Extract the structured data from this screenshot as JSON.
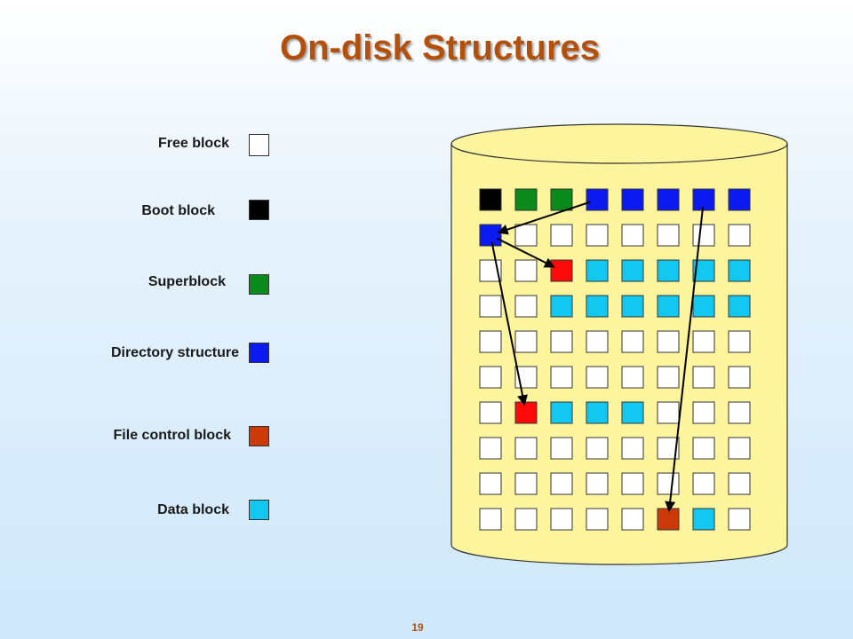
{
  "title": "On-disk Structures",
  "page_number": "19",
  "colors": {
    "free": "#ffffff",
    "boot": "#000000",
    "super": "#0a8a1a",
    "dir": "#0a1af0",
    "fcb": "#cc3a0a",
    "data": "#12c8f0",
    "red": "#ff0a0a",
    "disk_fill": "#fdf59e",
    "title": "#b4500a"
  },
  "legend": [
    {
      "label": "Free block",
      "type": "free"
    },
    {
      "label": "Boot block",
      "type": "boot"
    },
    {
      "label": "Superblock",
      "type": "super"
    },
    {
      "label": "Directory structure",
      "type": "dir"
    },
    {
      "label": "File control block",
      "type": "fcb"
    },
    {
      "label": "Data block",
      "type": "data"
    }
  ],
  "grid": [
    [
      "boot",
      "super",
      "super",
      "dir",
      "dir",
      "dir",
      "dir",
      "dir"
    ],
    [
      "dir",
      "free",
      "free",
      "free",
      "free",
      "free",
      "free",
      "free"
    ],
    [
      "free",
      "free",
      "red",
      "data",
      "data",
      "data",
      "data",
      "data"
    ],
    [
      "free",
      "free",
      "data",
      "data",
      "data",
      "data",
      "data",
      "data"
    ],
    [
      "free",
      "free",
      "free",
      "free",
      "free",
      "free",
      "free",
      "free"
    ],
    [
      "free",
      "free",
      "free",
      "free",
      "free",
      "free",
      "free",
      "free"
    ],
    [
      "free",
      "red",
      "data",
      "data",
      "data",
      "free",
      "free",
      "free"
    ],
    [
      "free",
      "free",
      "free",
      "free",
      "free",
      "free",
      "free",
      "free"
    ],
    [
      "free",
      "free",
      "free",
      "free",
      "free",
      "free",
      "free",
      "free"
    ],
    [
      "free",
      "free",
      "free",
      "free",
      "free",
      "fcb",
      "data",
      "free"
    ]
  ],
  "arrows": [
    {
      "from": [
        0,
        3
      ],
      "to": [
        1,
        0
      ]
    },
    {
      "from": [
        1,
        0
      ],
      "to": [
        2,
        2
      ]
    },
    {
      "from": [
        1,
        0
      ],
      "to": [
        6,
        1
      ]
    },
    {
      "from": [
        0,
        6
      ],
      "to": [
        9,
        5
      ]
    }
  ]
}
